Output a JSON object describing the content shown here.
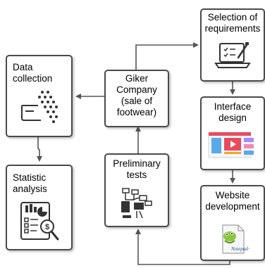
{
  "boxes": {
    "data_collection": {
      "label_1": "Data",
      "label_2": "collection"
    },
    "statistic_analysis": {
      "label_1": "Statistic",
      "label_2": "analysis"
    },
    "giker_company": {
      "label_1": "Giker",
      "label_2": "Company",
      "label_3": "(sale of",
      "label_4": "footwear)"
    },
    "preliminary_tests": {
      "label_1": "Preliminary",
      "label_2": "tests"
    },
    "selection_of_requirements": {
      "label_1": "Selection of",
      "label_2": "requirements"
    },
    "interface_design": {
      "label_1": "Interface",
      "label_2": "design"
    },
    "website_development": {
      "label_1": "Website",
      "label_2": "development"
    }
  },
  "icons": {
    "data_collection": "data-dots-icon",
    "statistic_analysis": "report-magnifier-icon",
    "preliminary_tests": "test-flow-icon",
    "selection_of_requirements": "laptop-checklist-icon",
    "interface_design": "web-interface-icon",
    "website_development": "notepad-plus-plus-icon"
  },
  "colors": {
    "border": "#4a4a4a",
    "arrow": "#555555",
    "accent_red": "#e74c5b",
    "accent_blue": "#5aa9e6"
  }
}
